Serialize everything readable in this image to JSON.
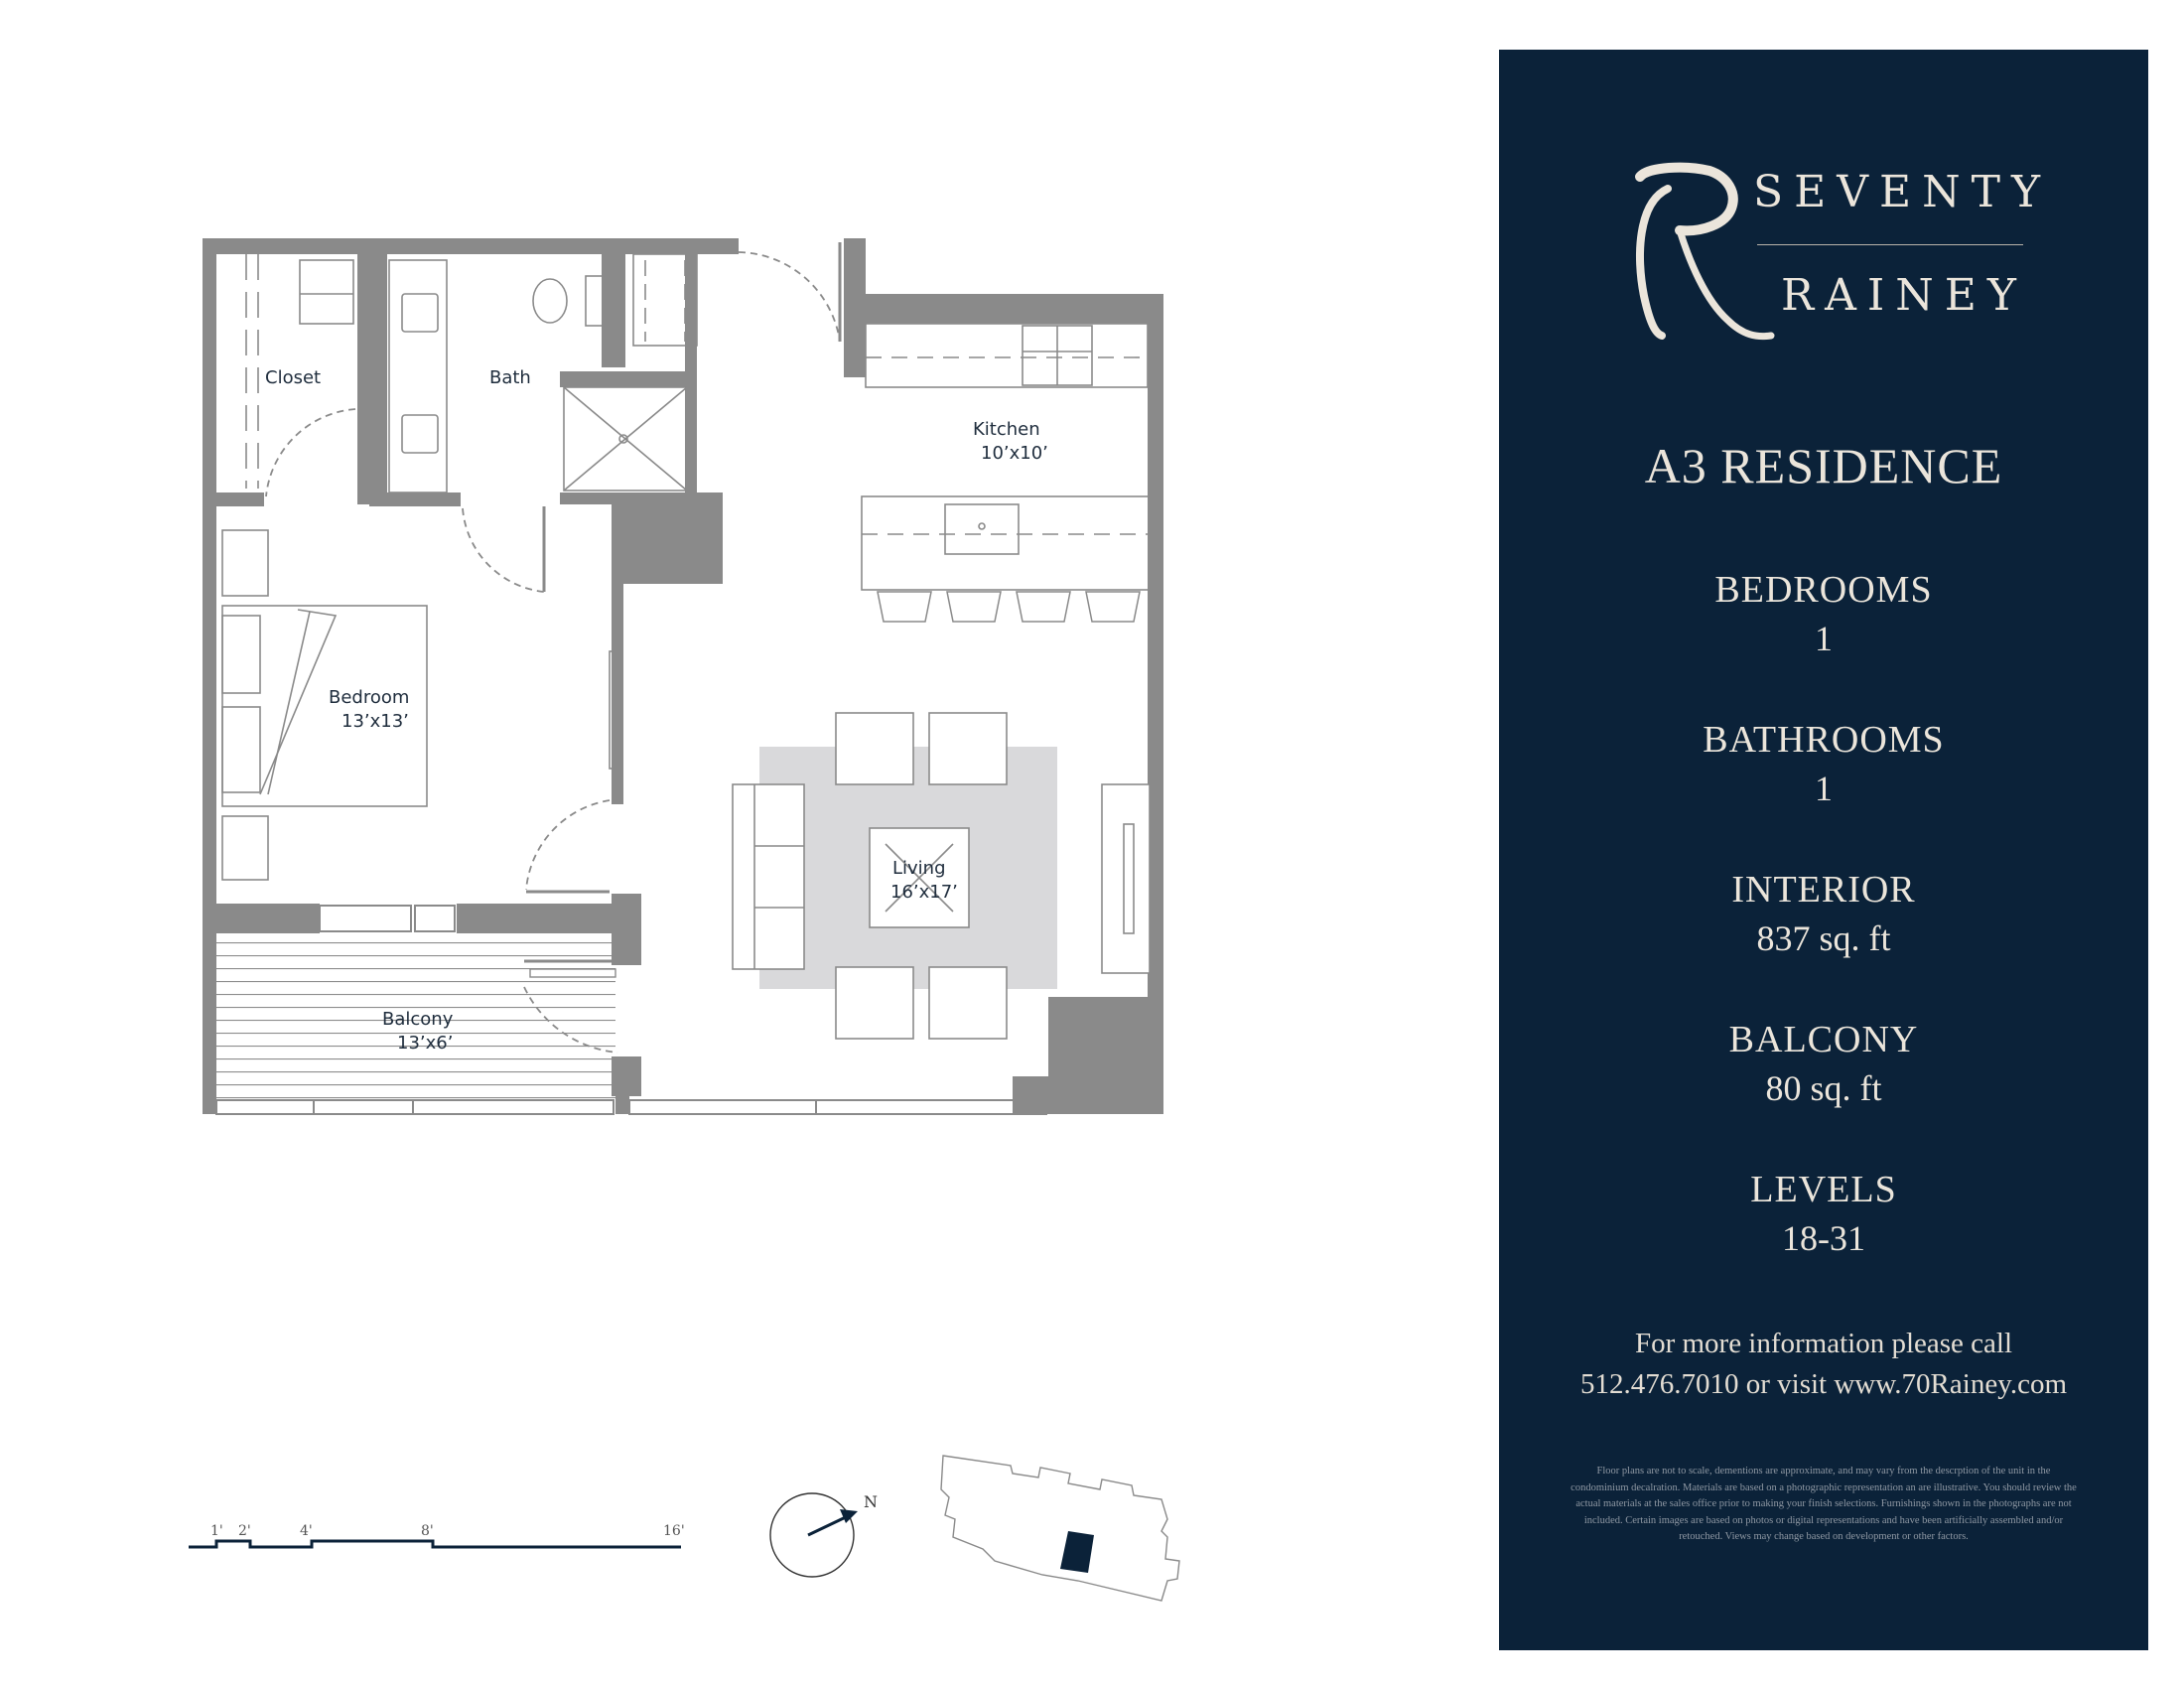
{
  "brand": {
    "line1": "SEVENTY",
    "line2": "RAINEY",
    "logo_icon": "70-monogram-icon"
  },
  "residence": "A3 RESIDENCE",
  "stats": [
    {
      "label": "BEDROOMS",
      "value": "1"
    },
    {
      "label": "BATHROOMS",
      "value": "1"
    },
    {
      "label": "INTERIOR",
      "value": "837 sq. ft"
    },
    {
      "label": "BALCONY",
      "value": "80 sq. ft"
    },
    {
      "label": "LEVELS",
      "value": "18-31"
    }
  ],
  "info": {
    "line1": "For more information please call",
    "line2": "512.476.7010 or visit www.70Rainey.com"
  },
  "disclaimer": "Floor plans are not to scale, dementions are approximate, and may vary from the descrption of the unit in the condominium decalration. Materials are based on a photographic representation an are illustrative. You should review the actual materials at the sales office prior to making your finish selections. Furnishings shown in the photographs are not included. Certain images are based on photos or digital representations and have been artificially assembled and/or retouched. Views may change based on development or other factors.",
  "rooms": {
    "closet": {
      "name": "Closet"
    },
    "bath": {
      "name": "Bath"
    },
    "kitchen": {
      "name": "Kitchen",
      "size": "10’x10’"
    },
    "bedroom": {
      "name": "Bedroom",
      "size": "13’x13’"
    },
    "living": {
      "name": "Living",
      "size": "16’x17’"
    },
    "balcony": {
      "name": "Balcony",
      "size": "13’x6’"
    }
  },
  "scale": {
    "ticks": [
      "1'",
      "2'",
      "4'",
      "8'",
      "16'"
    ]
  },
  "compass": {
    "label": "N"
  },
  "colors": {
    "panel": "#0b2239",
    "walls": "#8a8a8a",
    "rug": "#d9d9db",
    "accent": "#0b2239"
  }
}
